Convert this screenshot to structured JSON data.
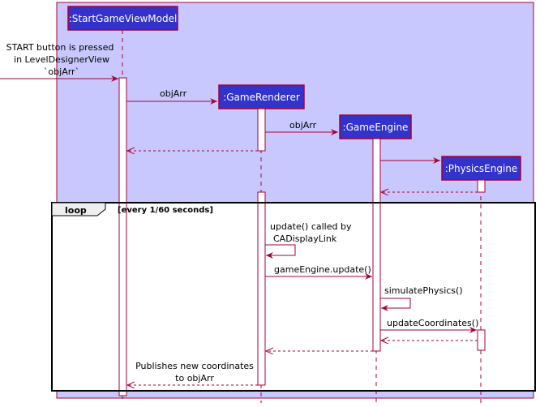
{
  "diagram": {
    "colors": {
      "box_fill": "#c8c8ff",
      "box_border": "#a80036",
      "participant_fill": "#3333cc",
      "participant_border": "#a80036",
      "participant_text": "#ffffff",
      "lifeline": "#a80036",
      "arrow": "#a80036",
      "activation_fill": "#ffffff",
      "loop_border": "#000000"
    },
    "participants": {
      "svm": ":StartGameViewModel",
      "gr": ":GameRenderer",
      "ge": ":GameEngine",
      "pe": ":PhysicsEngine"
    },
    "messages": {
      "start_line1": "START button is pressed",
      "start_line2": "in LevelDesignerView",
      "start_line3": "`objArr`",
      "to_renderer": "objArr",
      "to_engine": "objArr",
      "update_line1": "update() called by",
      "update_line2": "CADisplayLink",
      "engine_update": "gameEngine.update()",
      "simulate": "simulatePhysics()",
      "update_coords": "updateCoordinates()",
      "publish_line1": "Publishes new coordinates",
      "publish_line2": "to objArr"
    },
    "loop": {
      "keyword": "loop",
      "guard": "[every 1/60 seconds]"
    }
  }
}
